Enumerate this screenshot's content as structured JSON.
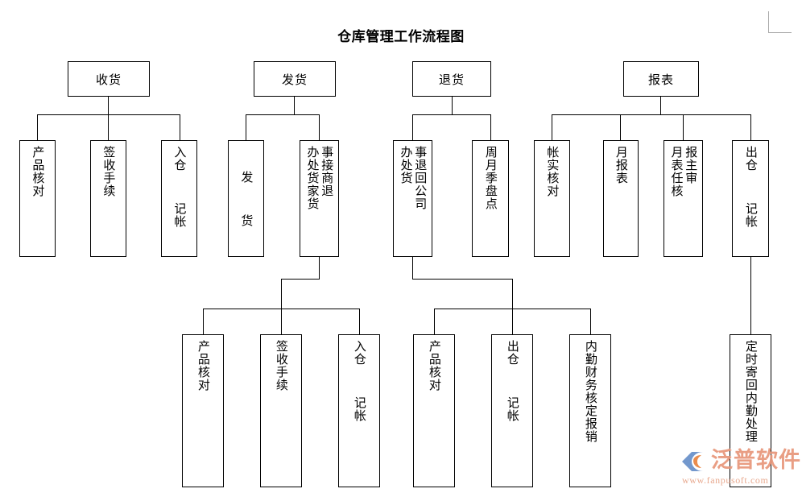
{
  "title": "仓库管理工作流程图",
  "flowchart": {
    "type": "org-tree",
    "groups": [
      {
        "id": "receiving",
        "root": {
          "label": "收货"
        },
        "children": [
          {
            "label": "产品核对"
          },
          {
            "label": "签收手续"
          },
          {
            "label": "入仓 记帐",
            "columns": [
              "入仓  记帐"
            ]
          }
        ]
      },
      {
        "id": "shipping",
        "root": {
          "label": "发货"
        },
        "children": [
          {
            "label": "发 货",
            "columns": [
              "发  货"
            ]
          },
          {
            "label": "办事处接货 处理商家退货",
            "columns": [
              "事接商退",
              "办处货家货"
            ]
          }
        ],
        "subgroup": {
          "parent": "办事处接货 处理商家退货",
          "children": [
            {
              "label": "产品核对"
            },
            {
              "label": "签收手续"
            },
            {
              "label": "入仓 记帐",
              "columns": [
                "入仓  记帐"
              ]
            }
          ]
        }
      },
      {
        "id": "returns",
        "root": {
          "label": "退货"
        },
        "children": [
          {
            "label": "办事处退货回公司",
            "columns": [
              "事退回公司",
              "办处货"
            ]
          },
          {
            "label": "周月季盘点"
          }
        ],
        "subgroup": {
          "parent": "办事处退货回公司",
          "children": [
            {
              "label": "产品核对"
            },
            {
              "label": "出仓 记帐",
              "columns": [
                "出仓  记帐"
              ]
            },
            {
              "label": "内勤财务核定报销"
            }
          ]
        }
      },
      {
        "id": "reports",
        "root": {
          "label": "报表"
        },
        "children": [
          {
            "label": "帐实核对"
          },
          {
            "label": "月报表"
          },
          {
            "label": "月报表 主任审核",
            "columns": [
              "报主审",
              "月表任核"
            ]
          },
          {
            "label": "出仓 记帐",
            "columns": [
              "出仓  记帐"
            ]
          }
        ],
        "subgroup": {
          "parent": "出仓 记帐",
          "children": [
            {
              "label": "定时寄回内勤处理"
            }
          ]
        }
      }
    ]
  },
  "watermark": {
    "brand": "泛普软件",
    "url": "www.fanpusoft.com"
  },
  "colors": {
    "stroke": "#000000",
    "background": "#ffffff",
    "watermark": "#e8967a"
  }
}
